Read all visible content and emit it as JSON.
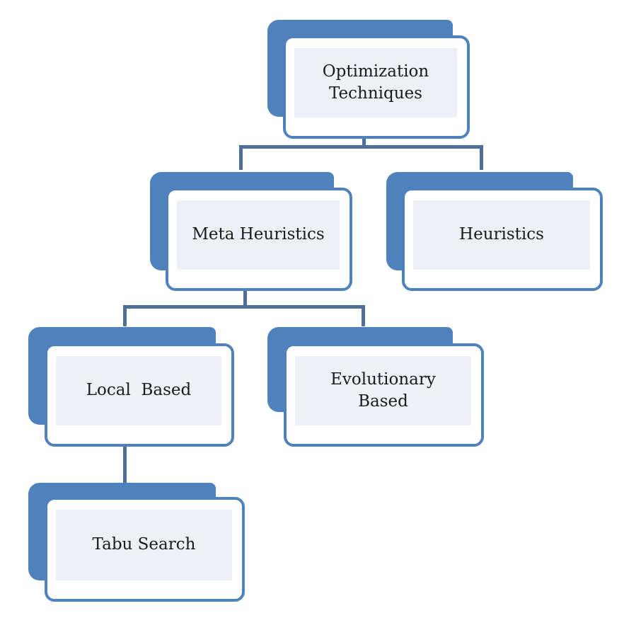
{
  "colors": {
    "node_border": "#4f81bd",
    "node_fill": "#edf1f7",
    "connector": "#4f6f9a"
  },
  "nodes": {
    "optimization": "Optimization Techniques",
    "meta": "Meta Heuristics",
    "heuristics": "Heuristics",
    "local": "Local  Based",
    "evolutionary": "Evolutionary Based",
    "tabu": "Tabu Search"
  }
}
